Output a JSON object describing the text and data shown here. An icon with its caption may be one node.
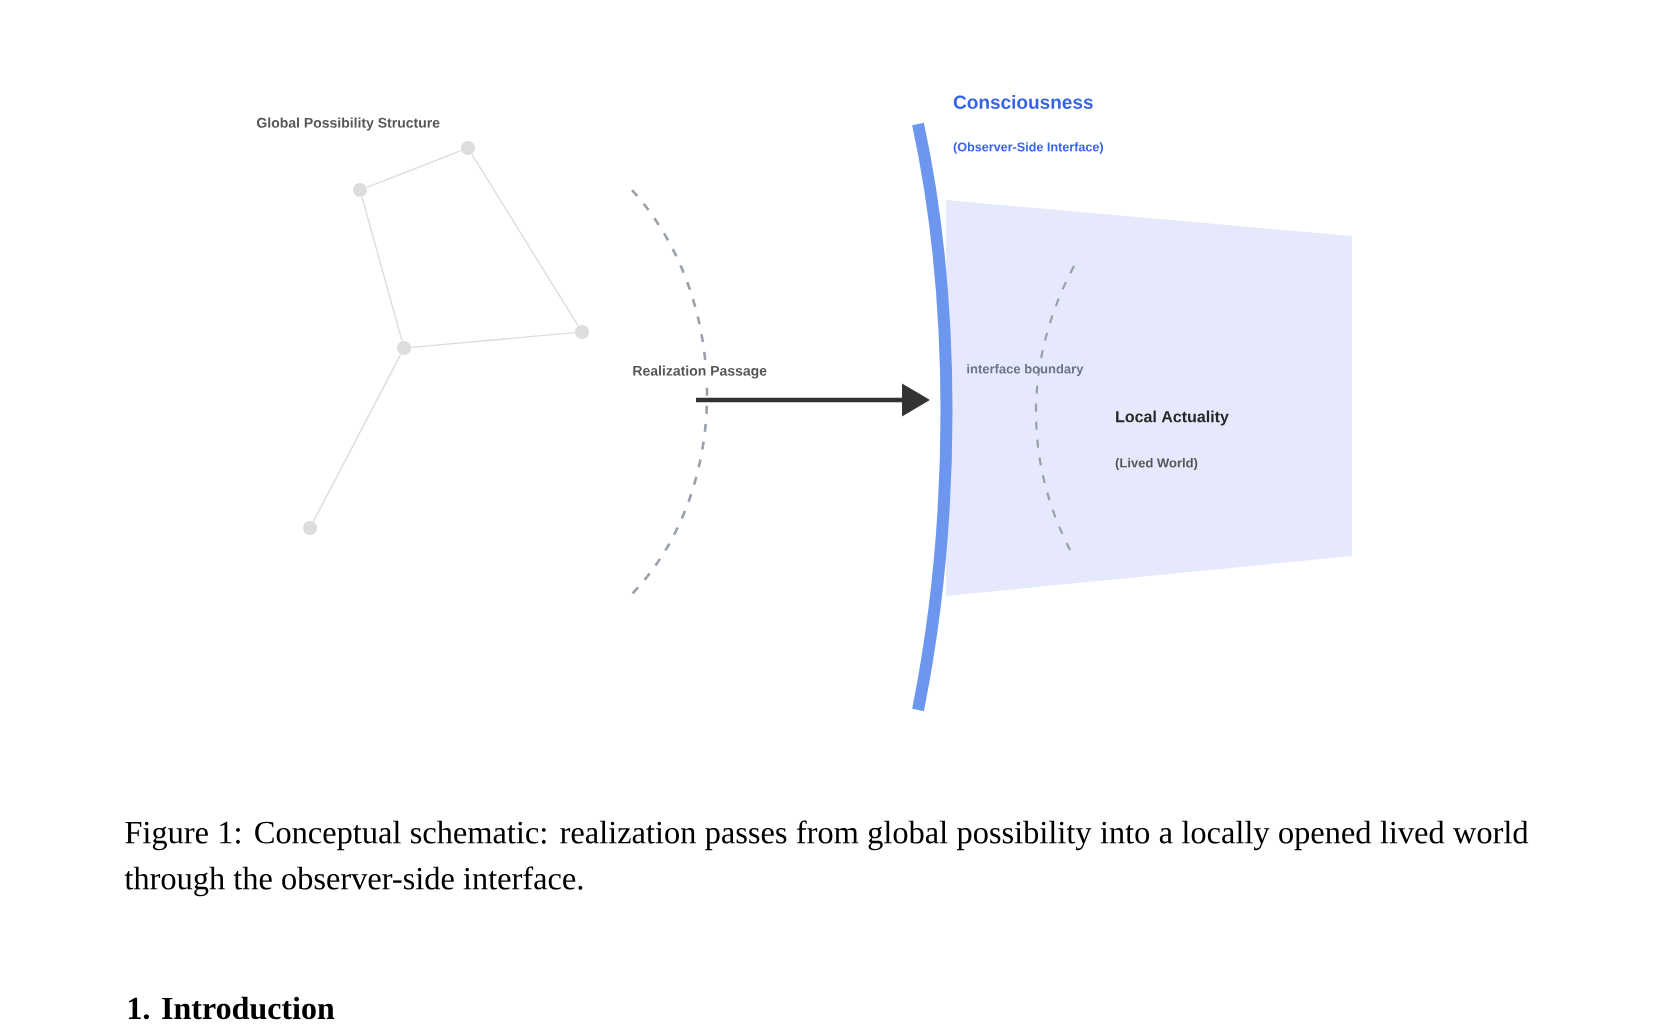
{
  "diagram": {
    "caption": "Figure 1: Conceptual schematic: realization passes from global possibility into a locally opened lived world through the observer-side interface.",
    "nodes": [
      {
        "text": [
          "Consciousness",
          "(Observer-Side Interface)"
        ]
      },
      {
        "text": [
          "Local Actuality",
          "(Lived World)"
        ]
      },
      {
        "text": [],
        "shape": "circle"
      },
      {
        "text": [],
        "shape": "circle"
      },
      {
        "text": [],
        "shape": "circle"
      },
      {
        "text": [],
        "shape": "circle"
      },
      {
        "text": [],
        "shape": "circle"
      }
    ],
    "edges": [
      {
        "from": 2,
        "to": 3,
        "arrow": "none"
      },
      {
        "from": 3,
        "to": 4,
        "arrow": "none"
      },
      {
        "from": 4,
        "to": 5,
        "arrow": "none"
      },
      {
        "from": 5,
        "to": 2,
        "arrow": "none"
      },
      {
        "from": 5,
        "to": 6,
        "arrow": "none"
      },
      {
        "from": null,
        "to": 0,
        "arrow": "to",
        "label": "Realization Passage",
        "style": "thick",
        "color": "#333333"
      }
    ],
    "labels": [
      "Global Possibility Structure",
      "interface boundary",
      "1. Introduction"
    ]
  }
}
